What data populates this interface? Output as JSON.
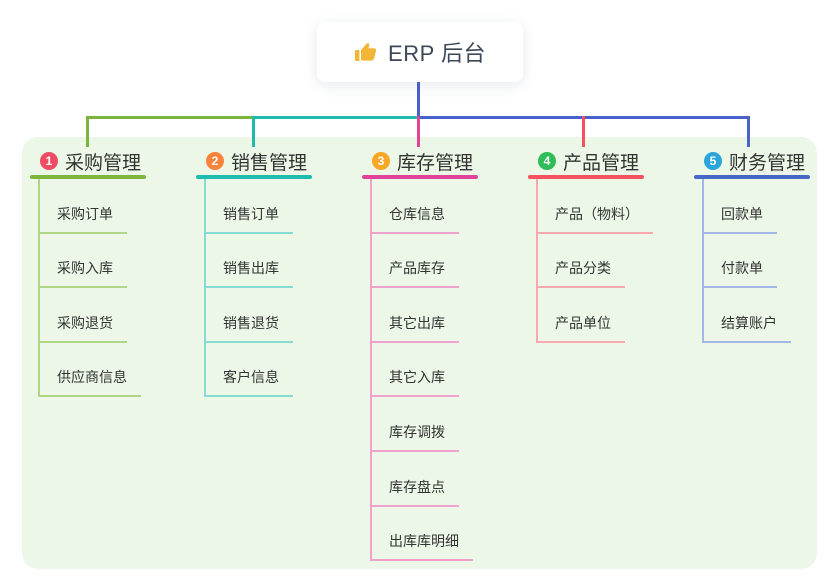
{
  "root": {
    "label": "ERP 后台",
    "icon": "thumbs-up-icon",
    "icon_color": "#f2b636",
    "text_color": "#3c4858"
  },
  "canvas": {
    "background": "#ffffff",
    "panel_background": "#ecf7e8"
  },
  "connectors": {
    "stem_color": "#4a5fc9",
    "bus_segments": [
      "#7cb43e",
      "#1fbcae",
      "#4a5fc9"
    ]
  },
  "branches": [
    {
      "badge": "1",
      "badge_color": "#ee4c63",
      "title": "采购管理",
      "accent": "#7cb43e",
      "light_line": "#aed684",
      "children": [
        "采购订单",
        "采购入库",
        "采购退货",
        "供应商信息"
      ]
    },
    {
      "badge": "2",
      "badge_color": "#f8833b",
      "title": "销售管理",
      "accent": "#1fbcae",
      "light_line": "#86dcd2",
      "children": [
        "销售订单",
        "销售出库",
        "销售退货",
        "客户信息"
      ]
    },
    {
      "badge": "3",
      "badge_color": "#f9a825",
      "title": "库存管理",
      "accent": "#e2439a",
      "light_line": "#f0a2cd",
      "children": [
        "仓库信息",
        "产品库存",
        "其它出库",
        "其它入库",
        "库存调拨",
        "库存盘点",
        "出库库明细"
      ]
    },
    {
      "badge": "4",
      "badge_color": "#2ebd59",
      "title": "产品管理",
      "accent": "#f4525f",
      "light_line": "#f9a9ae",
      "children": [
        "产品（物料）",
        "产品分类",
        "产品单位"
      ]
    },
    {
      "badge": "5",
      "badge_color": "#2ba6da",
      "title": "财务管理",
      "accent": "#4766c8",
      "light_line": "#a4b6e4",
      "children": [
        "回款单",
        "付款单",
        "结算账户"
      ]
    }
  ]
}
